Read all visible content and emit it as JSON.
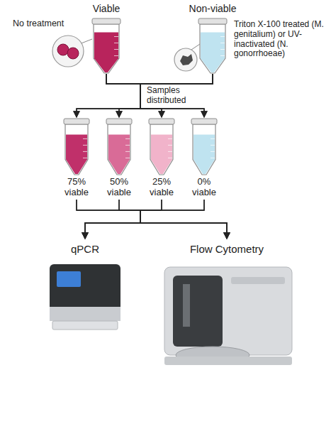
{
  "diagram": {
    "nodes": [
      {
        "text": [
          "Viable",
          "No treatment"
        ]
      },
      {
        "text": [
          "Non-viable",
          "Triton X-100 treated (M. genitalium) or UV-inactivated (N. gonorrhoeae)"
        ]
      },
      {
        "text": [
          "75% viable"
        ]
      },
      {
        "text": [
          "50% viable"
        ]
      },
      {
        "text": [
          "25% viable"
        ]
      },
      {
        "text": [
          "0% viable"
        ]
      },
      {
        "text": [
          "qPCR"
        ]
      },
      {
        "text": [
          "Flow Cytometry"
        ]
      }
    ],
    "edges": [
      {
        "from": 0,
        "to": 2,
        "arrow": "to",
        "label": "Samples distributed"
      },
      {
        "from": 0,
        "to": 3,
        "arrow": "to"
      },
      {
        "from": 0,
        "to": 4,
        "arrow": "to"
      },
      {
        "from": 0,
        "to": 5,
        "arrow": "to"
      },
      {
        "from": 1,
        "to": 2,
        "arrow": "to"
      },
      {
        "from": 1,
        "to": 3,
        "arrow": "to"
      },
      {
        "from": 1,
        "to": 4,
        "arrow": "to"
      },
      {
        "from": 1,
        "to": 5,
        "arrow": "to"
      },
      {
        "from": 2,
        "to": 6,
        "arrow": "to"
      },
      {
        "from": 3,
        "to": 6,
        "arrow": "to"
      },
      {
        "from": 4,
        "to": 6,
        "arrow": "to"
      },
      {
        "from": 5,
        "to": 6,
        "arrow": "to"
      },
      {
        "from": 2,
        "to": 7,
        "arrow": "to"
      },
      {
        "from": 3,
        "to": 7,
        "arrow": "to"
      },
      {
        "from": 4,
        "to": 7,
        "arrow": "to"
      },
      {
        "from": 5,
        "to": 7,
        "arrow": "to"
      }
    ]
  }
}
